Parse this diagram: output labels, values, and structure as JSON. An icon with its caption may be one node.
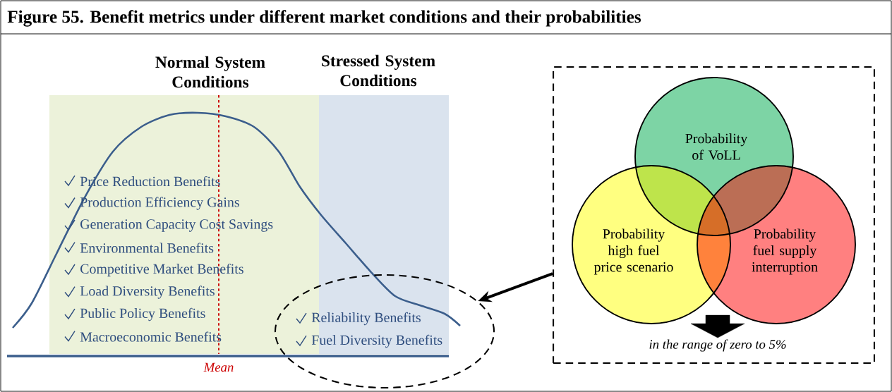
{
  "diagram": {
    "title": "Figure 55. Benefit metrics under different market conditions and their probabilities",
    "nodes": [
      {
        "text": [
          "Reliability Benefits",
          "Fuel Diversity Benefits"
        ]
      },
      {
        "text": [],
        "shape": "box"
      },
      {
        "text": [
          "Probability of VoLL"
        ],
        "in": 1
      },
      {
        "text": [
          "Probability high fuel price scenario"
        ],
        "in": 1
      },
      {
        "text": [
          "Probability fuel supply interruption"
        ],
        "in": 1
      },
      {
        "text": [
          "in the range of zero to 5%"
        ],
        "in": 1
      }
    ],
    "edges": [
      {
        "from": 1,
        "to": 0,
        "arrow": "to"
      },
      {
        "from": null,
        "to": 5,
        "arrow": "to",
        "style": "thick"
      }
    ],
    "labels": [
      "Normal System Conditions",
      "Stressed System Conditions",
      "Price Reduction Benefits",
      "Production Efficiency Gains",
      "Generation Capacity Cost Savings",
      "Environmental Benefits",
      "Competitive Market Benefits",
      "Load Diversity Benefits",
      "Public Policy Benefits",
      "Macroeconomic Benefits",
      "Mean"
    ]
  }
}
